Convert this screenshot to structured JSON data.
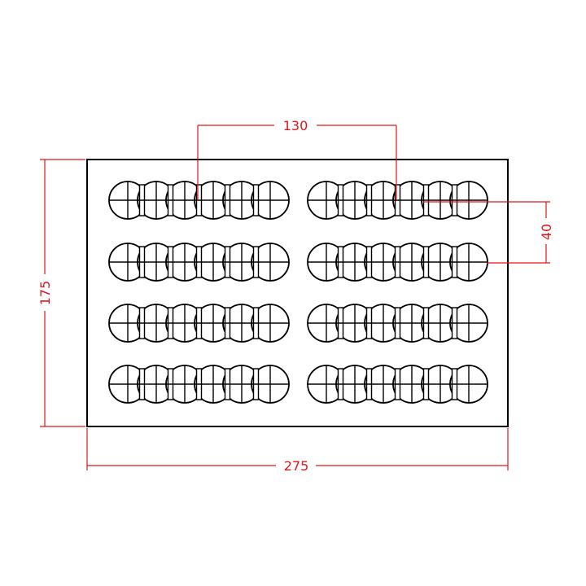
{
  "drawing": {
    "rows": 4,
    "groups": 2,
    "circles_per_row": 6,
    "line_color": "#000000",
    "dim_color": "#e0161b"
  },
  "dimensions": {
    "width": "275",
    "height": "175",
    "group_pitch": "130",
    "row_pitch": "40"
  }
}
